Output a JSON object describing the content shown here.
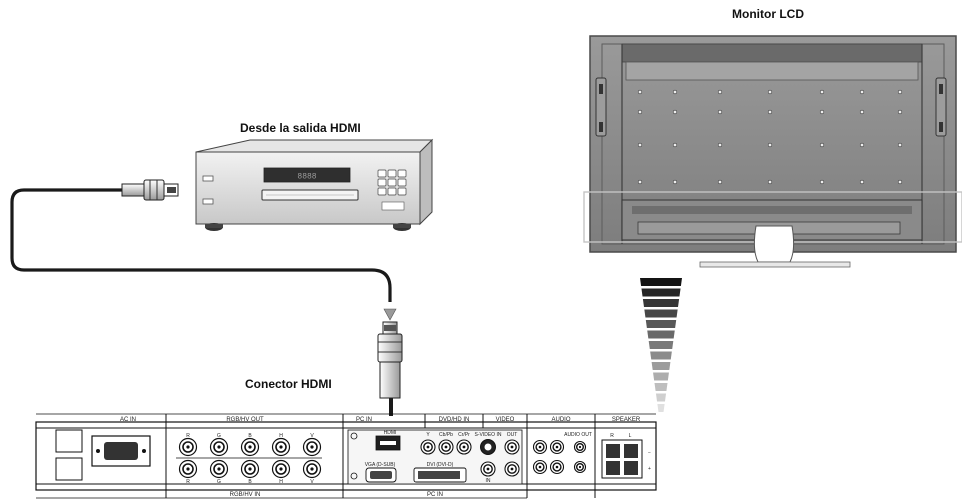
{
  "captions": {
    "monitor": "Monitor LCD",
    "source": "Desde la salida HDMI",
    "connector": "Conector HDMI"
  },
  "panel": {
    "top_sections": [
      "AC IN",
      "RGB/HV OUT",
      "PC IN",
      "DVD/HD IN",
      "VIDEO",
      "AUDIO",
      "SPEAKER"
    ],
    "bottom_sections": [
      "RGB/HV IN",
      "PC IN"
    ],
    "rgb_letters": [
      "R",
      "G",
      "B",
      "H",
      "V"
    ],
    "sub_labels": {
      "hdmi": "HDMI",
      "vga": "VGA (D-SUB)",
      "dvi": "DVI (DVI-D)",
      "y": "Y",
      "cb": "Cb/Pb",
      "cr": "Cr/Pr",
      "svideo": "S-VIDEO IN",
      "out": "OUT",
      "in": "IN",
      "audio_out": "AUDIO OUT",
      "rl": [
        "R",
        "L"
      ]
    }
  },
  "player_display": "8888",
  "colors": {
    "monitor_body": "#8c8c8c",
    "monitor_dark": "#555555",
    "cable": "#1a1a1a",
    "panel_bg": "#f4f4f4"
  }
}
